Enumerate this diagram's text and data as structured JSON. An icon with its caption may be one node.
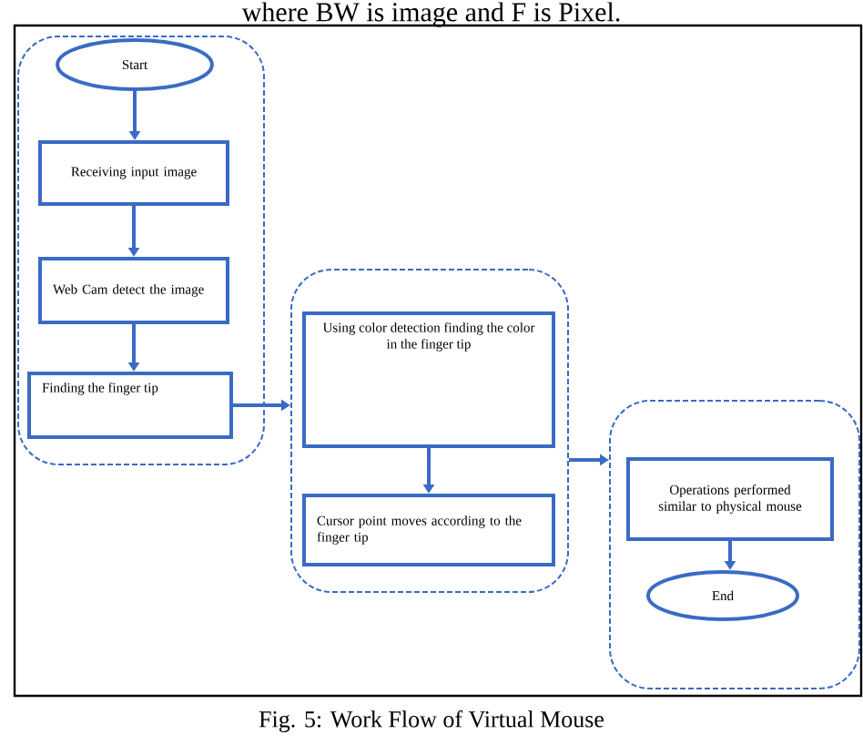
{
  "diagram": {
    "caption": "Fig. 5: Work Flow of Virtual Mouse",
    "nodes": [
      {
        "text": [],
        "shape": "box"
      },
      {
        "text": [
          "Start"
        ],
        "in": 0
      },
      {
        "text": [
          "Receiving input image"
        ],
        "in": 0
      },
      {
        "text": [
          "Web Cam detect the image"
        ],
        "in": 0
      },
      {
        "text": [
          "Finding the finger tip"
        ],
        "in": 0
      },
      {
        "text": [],
        "shape": "box"
      },
      {
        "text": [
          "Using color detection finding the color in the finger tip"
        ],
        "in": 5
      },
      {
        "text": [
          "Cursor point moves according to the finger tip"
        ],
        "in": 5
      },
      {
        "text": [],
        "shape": "box"
      },
      {
        "text": [
          "Operations performed similar to physical mouse"
        ],
        "in": 8
      },
      {
        "text": [
          "End"
        ],
        "in": 8
      }
    ],
    "edges": [
      {
        "from": 1,
        "to": 2,
        "arrow": "to"
      },
      {
        "from": 2,
        "to": 3,
        "arrow": "to"
      },
      {
        "from": 3,
        "to": 4,
        "arrow": "to"
      },
      {
        "from": 4,
        "to": 5,
        "arrow": "to"
      },
      {
        "from": 6,
        "to": 7,
        "arrow": "to"
      },
      {
        "from": 5,
        "to": 8,
        "arrow": "to"
      },
      {
        "from": 9,
        "to": 10,
        "arrow": "to"
      }
    ],
    "labels": [
      "where BW is image and F is Pixel."
    ]
  }
}
